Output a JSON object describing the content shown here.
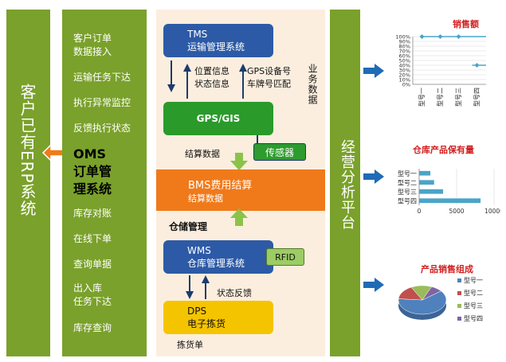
{
  "erp_label": "客户已有ERP系统",
  "oms": {
    "items_top": [
      [
        "客户订单",
        "数据接入"
      ],
      [
        "运输任务下达"
      ],
      [
        "执行异常监控"
      ],
      [
        "反馈执行状态"
      ]
    ],
    "title_line1": "OMS",
    "title_line2": "订单管",
    "title_line3": "理系统",
    "items_bottom": [
      [
        "库存对账"
      ],
      [
        "在线下单"
      ],
      [
        "查询单据"
      ],
      [
        "出入库",
        "任务下达"
      ],
      [
        "库存查询"
      ]
    ]
  },
  "tms": {
    "name": "TMS",
    "desc": "运输管理系统"
  },
  "tms_gps_labels": {
    "left_line1": "位置信息",
    "left_line2": "状态信息",
    "right_line1": "GPS设备号",
    "right_line2": "车牌号匹配"
  },
  "business_data": "业务数据",
  "gps": {
    "name": "GPS/GIS"
  },
  "sensor": "传感器",
  "settlement_data_1": "结算数据",
  "bms": {
    "name": "BMS费用结算"
  },
  "settlement_data_2": "结算数据",
  "warehouse_mgmt": "仓储管理",
  "wms": {
    "name": "WMS",
    "desc": "仓库管理系统"
  },
  "rfid": "RFID",
  "status_feedback": "状态反馈",
  "dps": {
    "name": "DPS",
    "desc": "电子拣货"
  },
  "pick_list": "拣货单",
  "analysis": "经营分析平台",
  "charts_titles": {
    "sales": "销售额",
    "inventory": "仓库产品保有量",
    "composition": "产品销售组成"
  },
  "colors": {
    "green": "#7aa12b",
    "box_blue": "#2d5aa6",
    "box_green": "#2a9a2a",
    "box_orange": "#f07a1a",
    "box_yellow": "#f5c400",
    "sensor_green": "#2e9b2e",
    "arrow_blue": "#1f6bb5",
    "chart_blue": "#4aa5c8",
    "pie_1": "#4f81bd",
    "pie_2": "#c0504d",
    "pie_3": "#9bbb59",
    "pie_4": "#8064a2"
  },
  "chart_data": [
    {
      "type": "line",
      "title": "销售额",
      "categories": [
        "型号一",
        "型号二",
        "型号三",
        "型号四"
      ],
      "series": [
        {
          "values": [
            100,
            100,
            100,
            40
          ]
        }
      ],
      "ylim": [
        0,
        100
      ],
      "yticks": [
        "0%",
        "10%",
        "20%",
        "30%",
        "40%",
        "50%",
        "60%",
        "70%",
        "80%",
        "90%",
        "100%"
      ],
      "grid": true
    },
    {
      "type": "bar",
      "orientation": "horizontal",
      "title": "仓库产品保有量",
      "categories": [
        "型号一",
        "型号二",
        "型号三",
        "型号四"
      ],
      "values": [
        1500,
        2000,
        3200,
        8200
      ],
      "xlim": [
        0,
        10000
      ],
      "xticks": [
        "0",
        "5000",
        "10000"
      ],
      "grid": true
    },
    {
      "type": "pie",
      "title": "产品销售组成",
      "categories": [
        "型号一",
        "型号二",
        "型号三",
        "型号四"
      ],
      "values": [
        62,
        16,
        14,
        8
      ],
      "legend": "right"
    }
  ]
}
